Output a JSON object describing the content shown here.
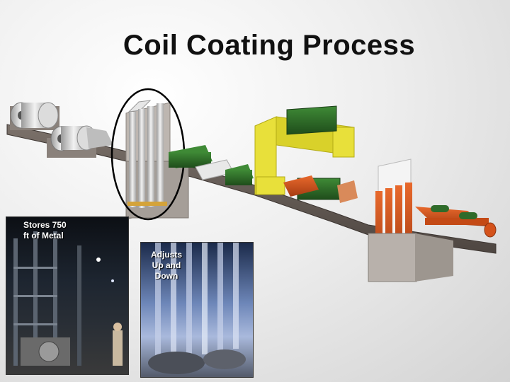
{
  "slide": {
    "title": "Coil Coating Process"
  },
  "photos": {
    "storage": {
      "caption": "Stores 750\nft of Metal"
    },
    "accumulator": {
      "caption": "Adjusts\nUp and\nDown"
    }
  },
  "colors": {
    "track": "#6b625c",
    "steel": "#c9c9c9",
    "green": "#2f6b2a",
    "yellow": "#e8e03a",
    "orange": "#d4521b",
    "highlight_ellipse": "#000000"
  }
}
